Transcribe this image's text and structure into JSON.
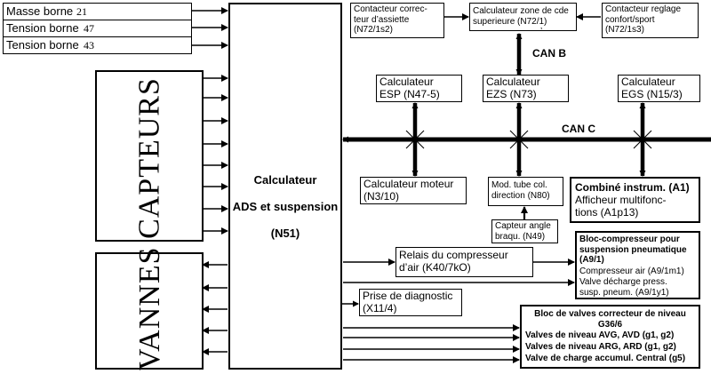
{
  "inputs": {
    "masse_label": "Masse borne",
    "masse_num": "21",
    "tension47_label": "Tension borne",
    "tension47_num": "47",
    "tension43_label": "Tension borne",
    "tension43_num": "43"
  },
  "capteurs": "CAPTEURS",
  "vannes": "VANNES",
  "ads": {
    "line1": "Calculateur",
    "line2": "ADS et suspension",
    "line3": "(N51)"
  },
  "top": {
    "assiette": "Contacteur correc-\nteur d’assiette\n(N72/1s2)",
    "zone": "Calculateur zone de cde\nsuperieure (N72/1)",
    "reglage": "Contacteur reglage\nconfort/sport\n(N72/1s3)"
  },
  "can_b": "CAN B",
  "can_c": "CAN C",
  "esp": "Calculateur\nESP (N47-5)",
  "ezs": "Calculateur\nEZS (N73)",
  "egs": "Calculateur\nEGS (N15/3)",
  "moteur": "Calculateur moteur\n(N3/10)",
  "tube": "Mod. tube col.\ndirection (N80)",
  "angle": "Capteur angle\nbraqu. (N49)",
  "combine": {
    "title": "Combiné instrum. (A1)",
    "sub": "Afficheur multifonc-\ntions (A1p13)"
  },
  "relais": "Relais du compresseur\nd’air (K40/7kO)",
  "diag": "Prise de diagnostic\n(X11/4)",
  "bloc_comp": {
    "title": "Bloc-compresseur pour\nsuspension pneumatique\n(A9/1)",
    "l1": "Compresseur air (A9/1m1)",
    "l2": "Valve décharge press.\nsusp. pneum. (A9/1y1)"
  },
  "bloc_valves": {
    "title": "Bloc de valves correcteur de niveau\nG36/6",
    "l1": "Valves de niveau AVG, AVD (g1, g2)",
    "l2": "Valves de niveau ARG, ARD (g1, g2)",
    "l3": "Valve de charge accumul. Central (g5)"
  },
  "tick_mark": "’"
}
